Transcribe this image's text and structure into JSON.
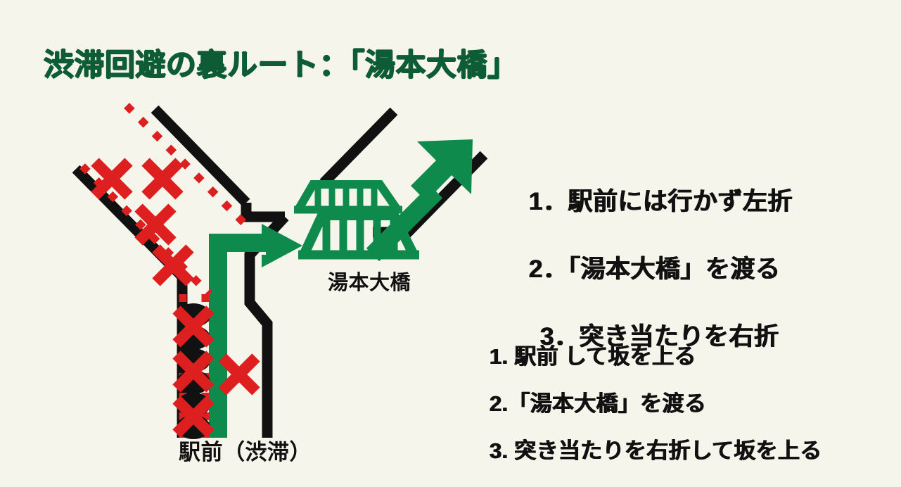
{
  "title": "渋滞回避の裏ルート：「湯本大橋」",
  "colors": {
    "background": "#f6f5ec",
    "title_green": "#0d5c35",
    "route_green": "#0e8a4c",
    "road_black": "#111111",
    "block_red": "#dd1f1f",
    "text_black": "#111111"
  },
  "map": {
    "bridge_label": "湯本大橋",
    "station_label": "駅前（渋滞）"
  },
  "steps_primary": [
    "1．駅前には行かず左折",
    "2．「湯本大橋」を渡る",
    "3．突き当たりを右折"
  ],
  "steps_secondary": [
    "1. 駅前  して坂を上る",
    "2.「湯本大橋」を渡る",
    "3. 突き当たりを右折して坂を上る"
  ]
}
